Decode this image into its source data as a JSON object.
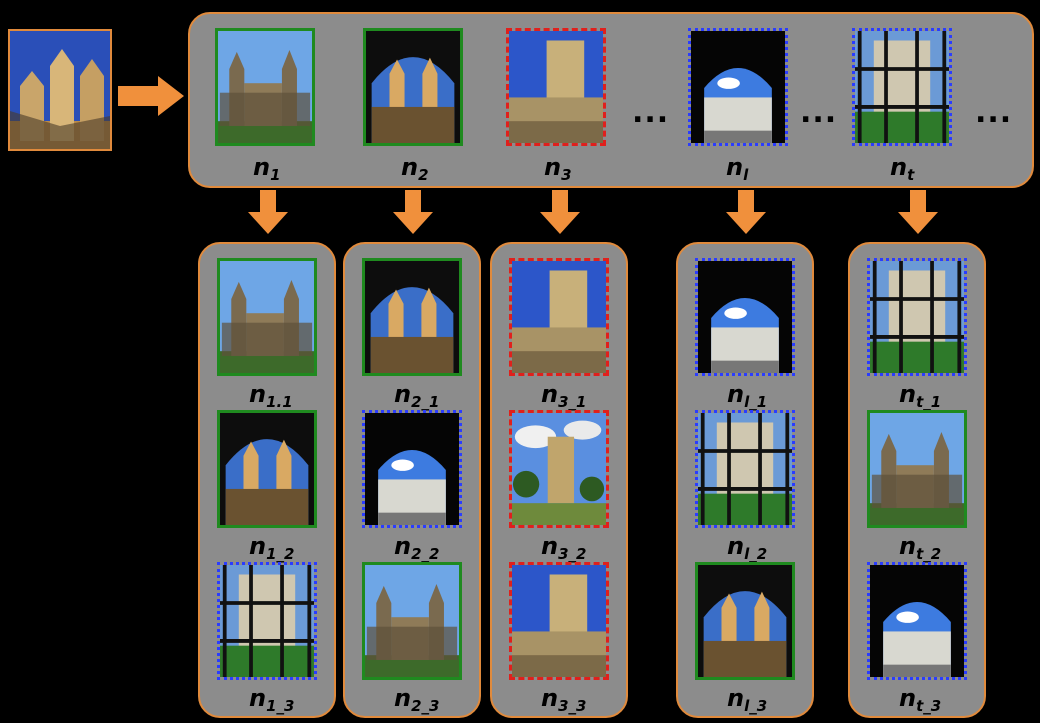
{
  "query": {
    "frame": "orange"
  },
  "top_row": [
    {
      "base": "n",
      "sub": "1",
      "frame": "green",
      "scene": "facade"
    },
    {
      "base": "n",
      "sub": "2",
      "frame": "green",
      "scene": "arch-facade"
    },
    {
      "base": "n",
      "sub": "3",
      "frame": "red",
      "scene": "tower"
    },
    {
      "base": "n",
      "sub": "l",
      "frame": "blue",
      "scene": "dark-arch"
    },
    {
      "base": "n",
      "sub": "t",
      "frame": "blue",
      "scene": "window"
    }
  ],
  "ellipsis": "...",
  "columns": [
    [
      {
        "base": "n",
        "sub": "1.1",
        "frame": "green",
        "scene": "facade"
      },
      {
        "base": "n",
        "sub": "1_2",
        "frame": "green",
        "scene": "arch-facade"
      },
      {
        "base": "n",
        "sub": "1_3",
        "frame": "blue",
        "scene": "window"
      }
    ],
    [
      {
        "base": "n",
        "sub": "2_1",
        "frame": "green",
        "scene": "arch-facade"
      },
      {
        "base": "n",
        "sub": "2_2",
        "frame": "blue",
        "scene": "dark-arch"
      },
      {
        "base": "n",
        "sub": "2_3",
        "frame": "green",
        "scene": "facade"
      }
    ],
    [
      {
        "base": "n",
        "sub": "3_1",
        "frame": "red",
        "scene": "tower"
      },
      {
        "base": "n",
        "sub": "3_2",
        "frame": "red",
        "scene": "tower-trees"
      },
      {
        "base": "n",
        "sub": "3_3",
        "frame": "red",
        "scene": "tower"
      }
    ],
    [
      {
        "base": "n",
        "sub": "l_1",
        "frame": "blue",
        "scene": "dark-arch"
      },
      {
        "base": "n",
        "sub": "l_2",
        "frame": "blue",
        "scene": "window"
      },
      {
        "base": "n",
        "sub": "l_3",
        "frame": "green",
        "scene": "arch-facade"
      }
    ],
    [
      {
        "base": "n",
        "sub": "t_1",
        "frame": "blue",
        "scene": "window"
      },
      {
        "base": "n",
        "sub": "t_2",
        "frame": "green",
        "scene": "facade"
      },
      {
        "base": "n",
        "sub": "t_3",
        "frame": "blue",
        "scene": "dark-arch"
      }
    ]
  ],
  "colors": {
    "panel": "#8c8c8c",
    "panel_border": "#e08a3c",
    "arrow": "#f0903c",
    "green": "#1f8a1f",
    "red": "#e0201c",
    "blue": "#2a3cff"
  }
}
